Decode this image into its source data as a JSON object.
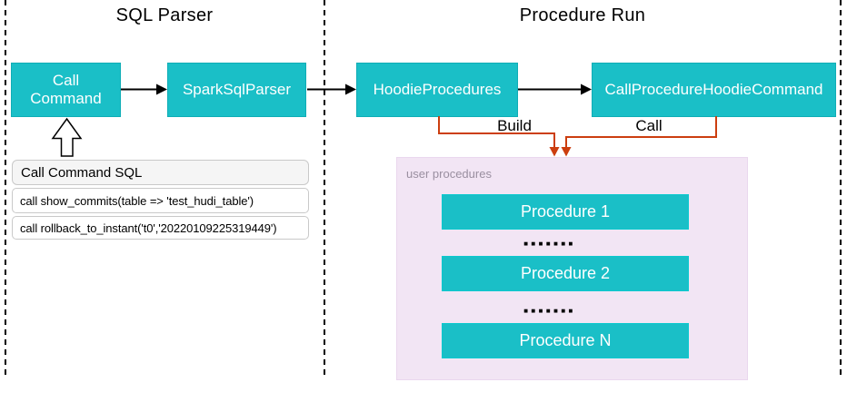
{
  "titles": {
    "sql_parser": "SQL Parser",
    "procedure_run": "Procedure Run"
  },
  "nodes": {
    "call_command": "Call Command",
    "spark_sql_parser": "SparkSqlParser",
    "hoodie_procedures": "HoodieProcedures",
    "call_procedure_hoodie_command": "CallProcedureHoodieCommand"
  },
  "edge_labels": {
    "build": "Build",
    "call": "Call"
  },
  "sql_table": {
    "header": "Call Command SQL",
    "rows": [
      "call show_commits(table => 'test_hudi_table')",
      "call rollback_to_instant('t0','20220109225319449')"
    ]
  },
  "user_procedures": {
    "title": "user procedures",
    "items": [
      "Procedure 1",
      "Procedure 2",
      "Procedure N"
    ],
    "separator_dots": "■■■■■■■"
  },
  "colors": {
    "node_teal": "#1abfc7",
    "arrow_orange": "#cc3e0f",
    "panel_pink": "#f2e5f4",
    "table_border": "#c9c9c9"
  }
}
